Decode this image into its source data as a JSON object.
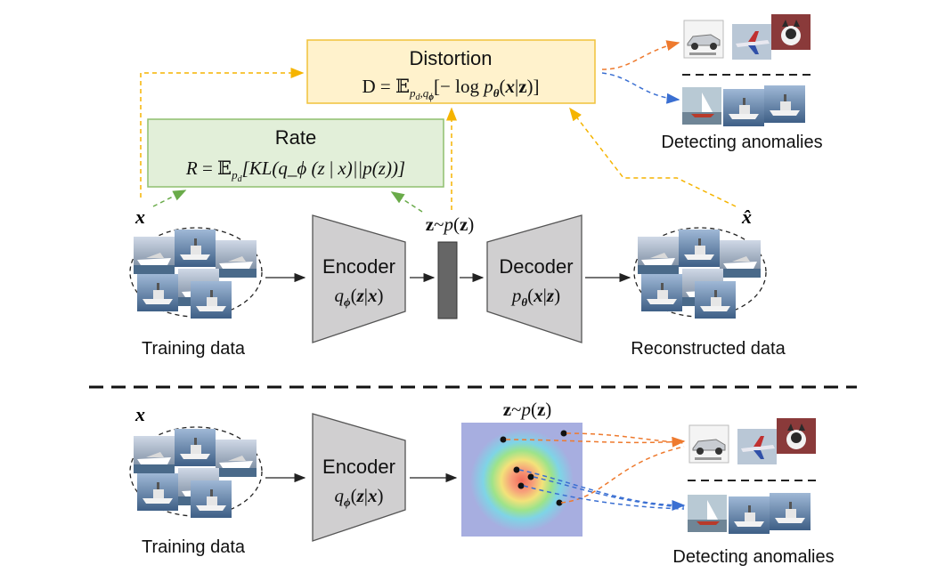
{
  "distortion": {
    "title": "Distortion",
    "formula": "D = 𝔼_{p_d,q_ϕ}[− log p_θ(x|z)]"
  },
  "rate": {
    "title": "Rate",
    "formula": "R = 𝔼_{p_d}[KL(q_ϕ (z | x)||p(z))]"
  },
  "top": {
    "input_symbol": "x",
    "latent_label": "z~p(z)",
    "recon_symbol": "x̂",
    "encoder_label": "Encoder",
    "encoder_dist": "q_ϕ(z|x)",
    "decoder_label": "Decoder",
    "decoder_dist": "p_θ(x|z)",
    "training_caption": "Training data",
    "recon_caption": "Reconstructed data",
    "anomaly_caption": "Detecting anomalies"
  },
  "bottom": {
    "input_symbol": "x",
    "latent_label": "z~p(z)",
    "encoder_label": "Encoder",
    "encoder_dist": "q_ϕ(z|x)",
    "training_caption": "Training data",
    "anomaly_caption": "Detecting anomalies"
  },
  "colors": {
    "distortion_fill": "#fff2cc",
    "distortion_border": "#f0c23a",
    "rate_fill": "#e2efd9",
    "rate_border": "#8fbf6f",
    "trapezoid": "#d0cfd0",
    "latent_bar": "#666666",
    "yellow_arrow": "#f5b400",
    "green_arrow": "#6aab4a",
    "orange_arrow": "#ee7a2e",
    "blue_arrow": "#3a6fd2",
    "density_bg": "#a7aee0"
  },
  "image_thumbnails": {
    "training": [
      "ships",
      "boats",
      "ships",
      "boats",
      "ships"
    ],
    "anomalies_top": [
      "car",
      "airplane",
      "cat"
    ],
    "normals": [
      "ship",
      "ship",
      "ship"
    ]
  }
}
